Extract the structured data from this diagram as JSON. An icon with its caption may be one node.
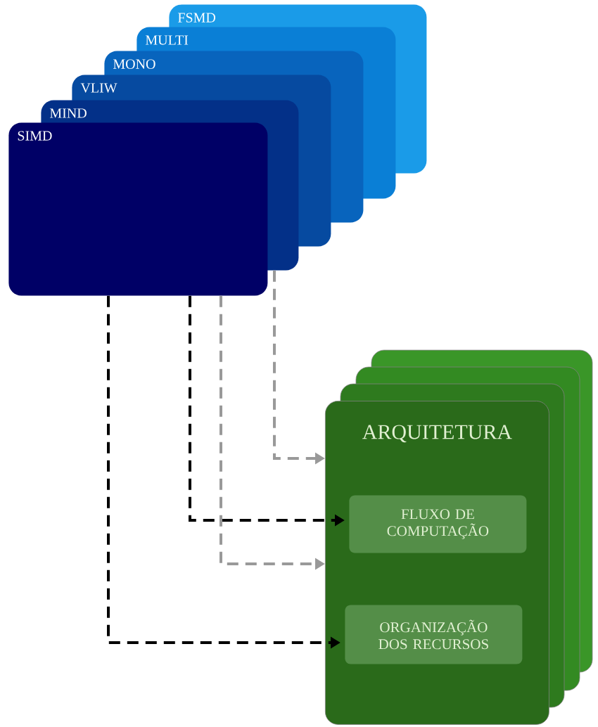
{
  "diagram": {
    "nodes": [
      {
        "text": [
          "FSMD"
        ]
      },
      {
        "text": [
          "MULTI"
        ]
      },
      {
        "text": [
          "MONO"
        ]
      },
      {
        "text": [
          "VLIW"
        ]
      },
      {
        "text": [
          "MIND"
        ]
      },
      {
        "text": [
          "SIMD"
        ]
      },
      {
        "text": [
          "ARQUITETURA"
        ]
      },
      {
        "text": [
          "FLUXO DE COMPUTAÇÃO"
        ],
        "in": 6
      },
      {
        "text": [
          "ORGANIZAÇÃO DOS RECURSOS"
        ],
        "in": 6
      }
    ],
    "edges": [
      {
        "from": 4,
        "to": 6,
        "arrow": "to",
        "style": "dashed",
        "color": "#999999"
      },
      {
        "from": 5,
        "to": 7,
        "arrow": "to",
        "style": "dashed",
        "color": "#000000"
      },
      {
        "from": 5,
        "to": 6,
        "arrow": "to",
        "style": "dashed",
        "color": "#999999"
      },
      {
        "from": 5,
        "to": 8,
        "arrow": "to",
        "style": "dashed",
        "color": "#000000"
      }
    ]
  }
}
